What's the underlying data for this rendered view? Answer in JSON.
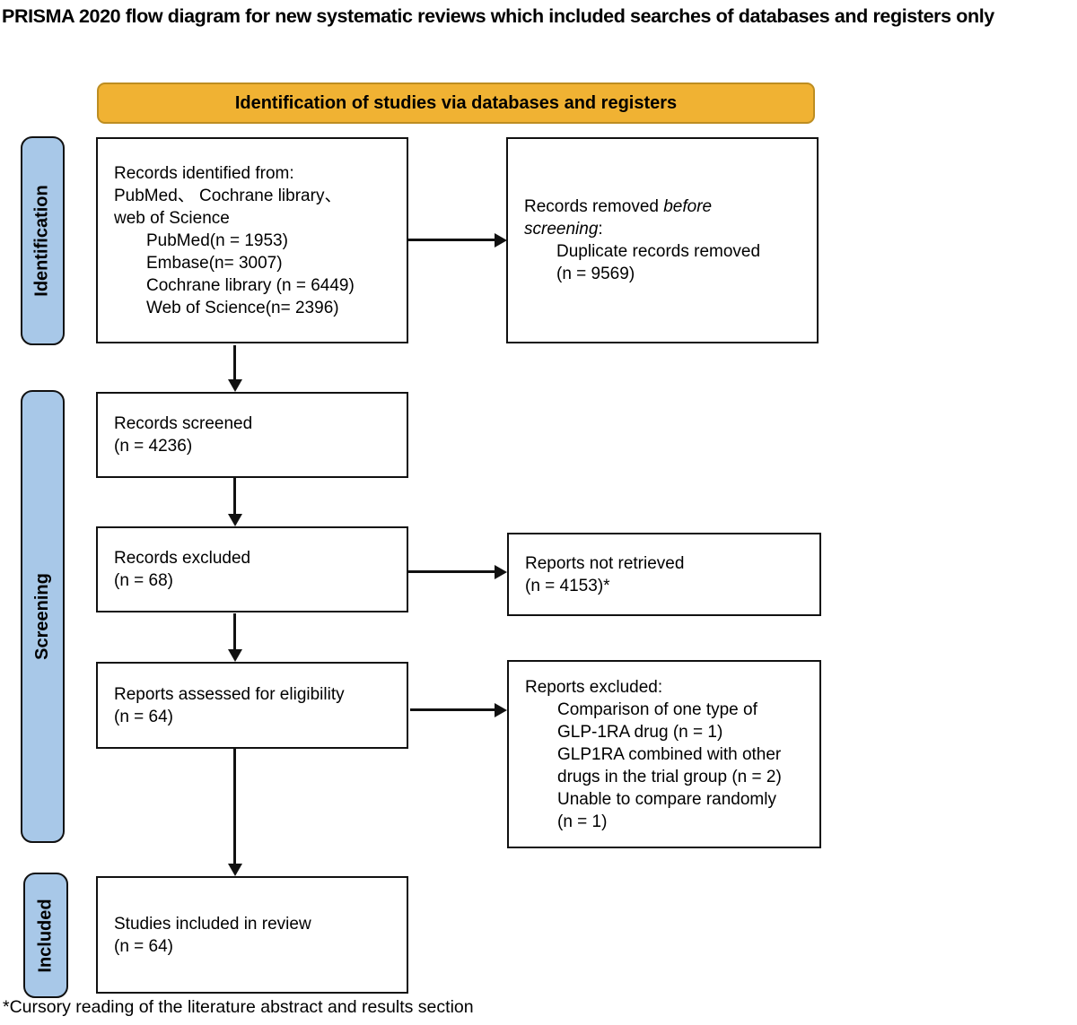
{
  "title": "PRISMA 2020 flow diagram for new systematic reviews which included searches of databases and registers only",
  "banner": {
    "label": "Identification of studies via databases and registers"
  },
  "stages": {
    "identification": "Identification",
    "screening": "Screening",
    "included": "Included"
  },
  "boxes": {
    "records_identified": {
      "lines": [
        "Records identified from:",
        "PubMed、 Cochrane library、",
        "web of Science",
        "PubMed(n = 1953)",
        "Embase(n= 3007)",
        "Cochrane library (n = 6449)",
        "Web of Science(n= 2396)"
      ]
    },
    "records_removed": {
      "line1_normal": "Records removed ",
      "line1_italic": "before",
      "line2_italic": "screening",
      "line2_normal": ":",
      "detail_lines": [
        "Duplicate records removed",
        "(n = 9569)"
      ]
    },
    "records_screened": {
      "lines": [
        "Records screened",
        "(n = 4236)"
      ]
    },
    "records_excluded": {
      "lines": [
        "Records excluded",
        "(n = 68)"
      ]
    },
    "reports_not_retrieved": {
      "lines": [
        "Reports not retrieved",
        "(n = 4153)*"
      ]
    },
    "reports_assessed": {
      "lines": [
        "Reports assessed for eligibility",
        "(n = 64)"
      ]
    },
    "reports_excluded": {
      "title": "Reports excluded:",
      "detail_lines": [
        "Comparison of one type of",
        "GLP-1RA drug (n = 1)",
        "GLP1RA combined with other",
        "drugs in the trial group (n = 2)",
        "Unable to compare randomly",
        "(n = 1)"
      ]
    },
    "studies_included": {
      "lines": [
        "Studies included in review",
        "(n = 64)"
      ]
    }
  },
  "footnote": "*Cursory reading of the literature abstract and results section",
  "colors": {
    "banner_fill": "#F0B233",
    "banner_border": "#BD8D21",
    "stage_fill": "#A8C8E8",
    "line_color": "#111111"
  }
}
